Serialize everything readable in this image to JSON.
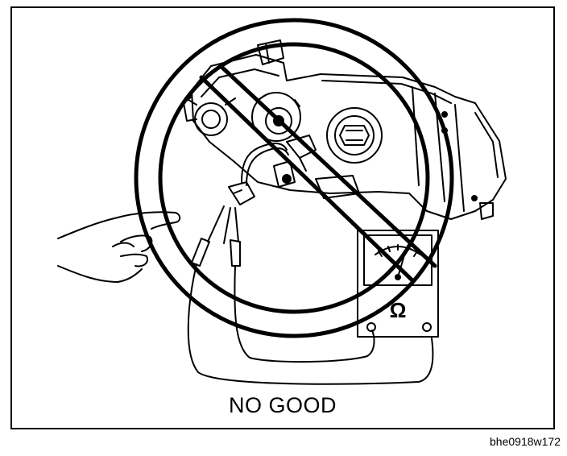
{
  "figure": {
    "caption": "NO GOOD",
    "figure_id": "bhe0918w172"
  },
  "meter": {
    "unit_symbol": "Ω"
  },
  "icons": [
    "prohibition-sign-icon",
    "ohmmeter-icon",
    "hand-icon",
    "headlamp-assembly-icon"
  ]
}
